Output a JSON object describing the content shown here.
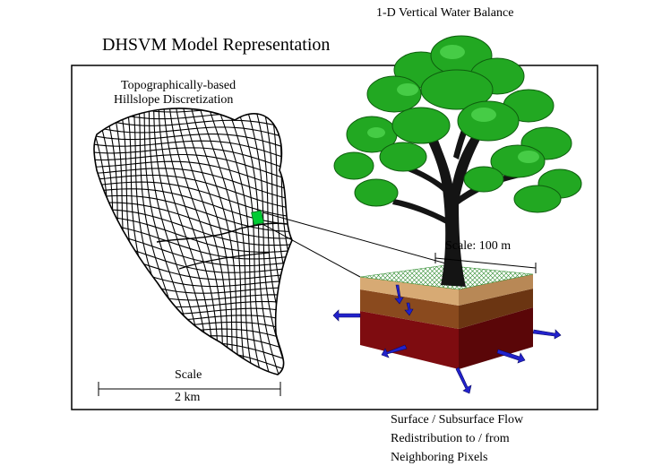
{
  "diagram": {
    "title": "DHSVM Model Representation",
    "top_caption": "1-D Vertical Water Balance",
    "hillslope_caption": [
      "Topographically-based",
      "Hillslope Discretization"
    ],
    "scale_bar": {
      "label": "Scale",
      "distance": "2 km"
    },
    "pixel_scale": "Scale: 100 m",
    "flow_caption": [
      "Surface / Subsurface Flow",
      "Redistribution to / from",
      "Neighboring Pixels"
    ],
    "colors": {
      "highlight_cell": "#00cc33",
      "tree_foliage": "#22a822",
      "soil_top": "#d7aa74",
      "soil_middle": "#8a4a1e",
      "soil_bottom": "#7e0c10",
      "arrows": "#2222cc"
    },
    "icons": [
      "tree-icon",
      "soil-column-icon",
      "flow-arrow-icon"
    ]
  }
}
